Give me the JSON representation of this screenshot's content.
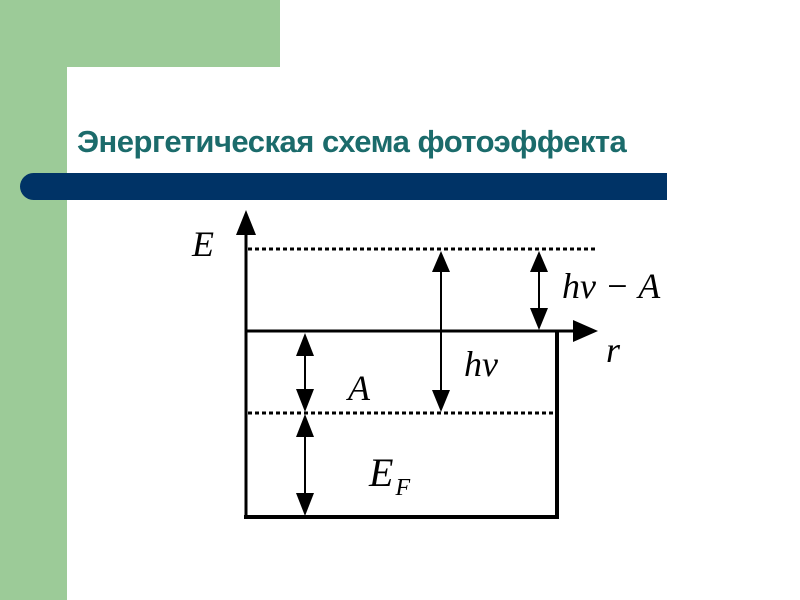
{
  "slide": {
    "title": "Энергетическая схема фотоэффекта",
    "colors": {
      "accent_green": "#9ccb98",
      "title_teal": "#1b6b6b",
      "bar_navy": "#003366"
    }
  },
  "diagram": {
    "axis_y_label": "E",
    "axis_x_label": "r",
    "labels": {
      "work_function": "A",
      "photon_energy": "hν",
      "kinetic_energy": "hν − A",
      "fermi_energy_main": "E",
      "fermi_energy_sub": "F"
    }
  }
}
